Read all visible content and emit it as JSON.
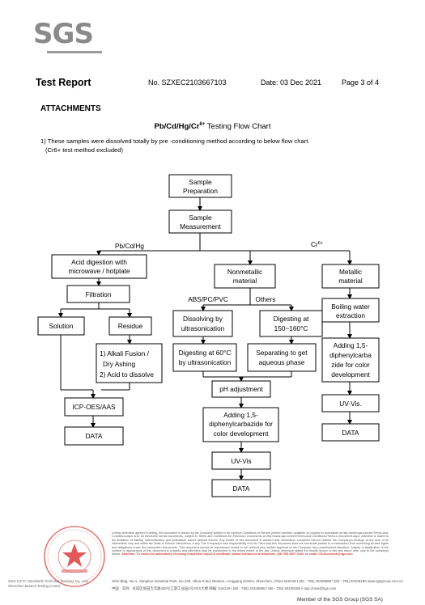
{
  "header": {
    "logo": "SGS",
    "title": "Test Report",
    "report_no": "No. SZXEC2103667103",
    "date": "Date: 03 Dec 2021",
    "page": "Page 3 of 4"
  },
  "attachments": "ATTACHMENTS",
  "chart_title": {
    "main": "Pb/Cd/Hg/Cr",
    "sup": "6+",
    "rest": " Testing Flow Chart"
  },
  "notes": [
    "1) These samples were dissolved totally by pre -conditioning method according to below flow chart.",
    "(Cr6+ test method excluded)"
  ],
  "flow": {
    "sample_prep": [
      "Sample",
      "Preparation"
    ],
    "sample_meas": [
      "Sample",
      "Measurement"
    ],
    "branch_left": "Pb/Cd/Hg",
    "branch_right": "Cr",
    "branch_right_sup": "6+",
    "acid": [
      "Acid digestion with",
      "microwave / hotplate"
    ],
    "filtration": "Filtration",
    "solution": "Solution",
    "residue": "Residue",
    "alkali": [
      "1) Alkali Fusion /",
      "Dry Ashing",
      "2) Acid to dissolve"
    ],
    "icp": "ICP-OES/AAS",
    "data1": "DATA",
    "nonmetal": [
      "Nonmetallic",
      "material"
    ],
    "abs": "ABS/PC/PVC",
    "others": "Others",
    "dissolving": [
      "Dissolving by",
      "ultrasonication"
    ],
    "digesting150": [
      "Digesting at",
      "150~160°C"
    ],
    "digesting60": [
      "Digesting at 60°C",
      "by ultrasonication"
    ],
    "separating": [
      "Separating to get",
      "aqueous phase"
    ],
    "ph": "pH adjustment",
    "adding_mid": [
      "Adding 1,5-",
      "diphenylcarbazide for",
      "color development"
    ],
    "uv_mid": "UV-Vis",
    "data_mid": "DATA",
    "metallic": [
      "Metallic",
      "material"
    ],
    "boiling": [
      "Boiling water",
      "extraction"
    ],
    "adding_right": [
      "Adding 1,5-",
      "diphenylcarba",
      "zide for color",
      "development"
    ],
    "uv_right": "UV-Vis.",
    "data_right": "DATA"
  },
  "footer": {
    "fine_print": "Unless otherwise agreed in writing, this document is issued by the Company subject to its General Conditions of Service printed overleaf, available on request or accessible at http://www.sgs.com/en/Terms-and-Conditions.aspx and, for electronic format documents, subject to Terms and Conditions for Electronic Documents at http://www.sgs.com/en/Terms-and-Conditions/Terms-e-Document.aspx. Attention is drawn to the limitation of liability, indemnification and jurisdiction issues defined therein. Any holder of this document is advised that information contained hereon reflects the Company's findings at the time of its intervention only and within the limits of Client's instructions, if any. The Company's sole responsibility is to its Client and this document does not exonerate parties to a transaction from exercising all their rights and obligations under the transaction documents. This document cannot be reproduced except in full, without prior written approval of the Company. Any unauthorized alteration, forgery or falsification of the content or appearance of this document is unlawful and offenders may be prosecuted to the fullest extent of the law. Unless otherwise stated the results shown in this test report refer only to the sample(s) tested.",
    "attention": "Attention: To check the authenticity of testing /inspection report & certificate, please contact us at telephone: (86-755) 8307 1443, or email: CN.Doccheck@sgs.com",
    "company_en": "SGS-CSTC Standards Technical Services Co., Ltd.",
    "company_cn": "Shenzhen Branch Testing Center",
    "addr_en": "SGS Bldg, No.4, Jianghao Industrial Park, No.430, Jihua Road, Bantian, Longgang District, Shenzhen, China  518129   t (86 - 755) 25328888   f (86 - 755) 83108190   www.sgsgroup.com.cn",
    "addr_cn": "中国 · 深圳 · 龙岗区坂田吉华路430号江灏工业园4号SGS大楼   邮编: 518129   t (86 - 755) 25328888   f (86 - 755) 83108190   e sgs.china@sgs.com",
    "member": "Member of the SGS Group (SGS SA)"
  }
}
